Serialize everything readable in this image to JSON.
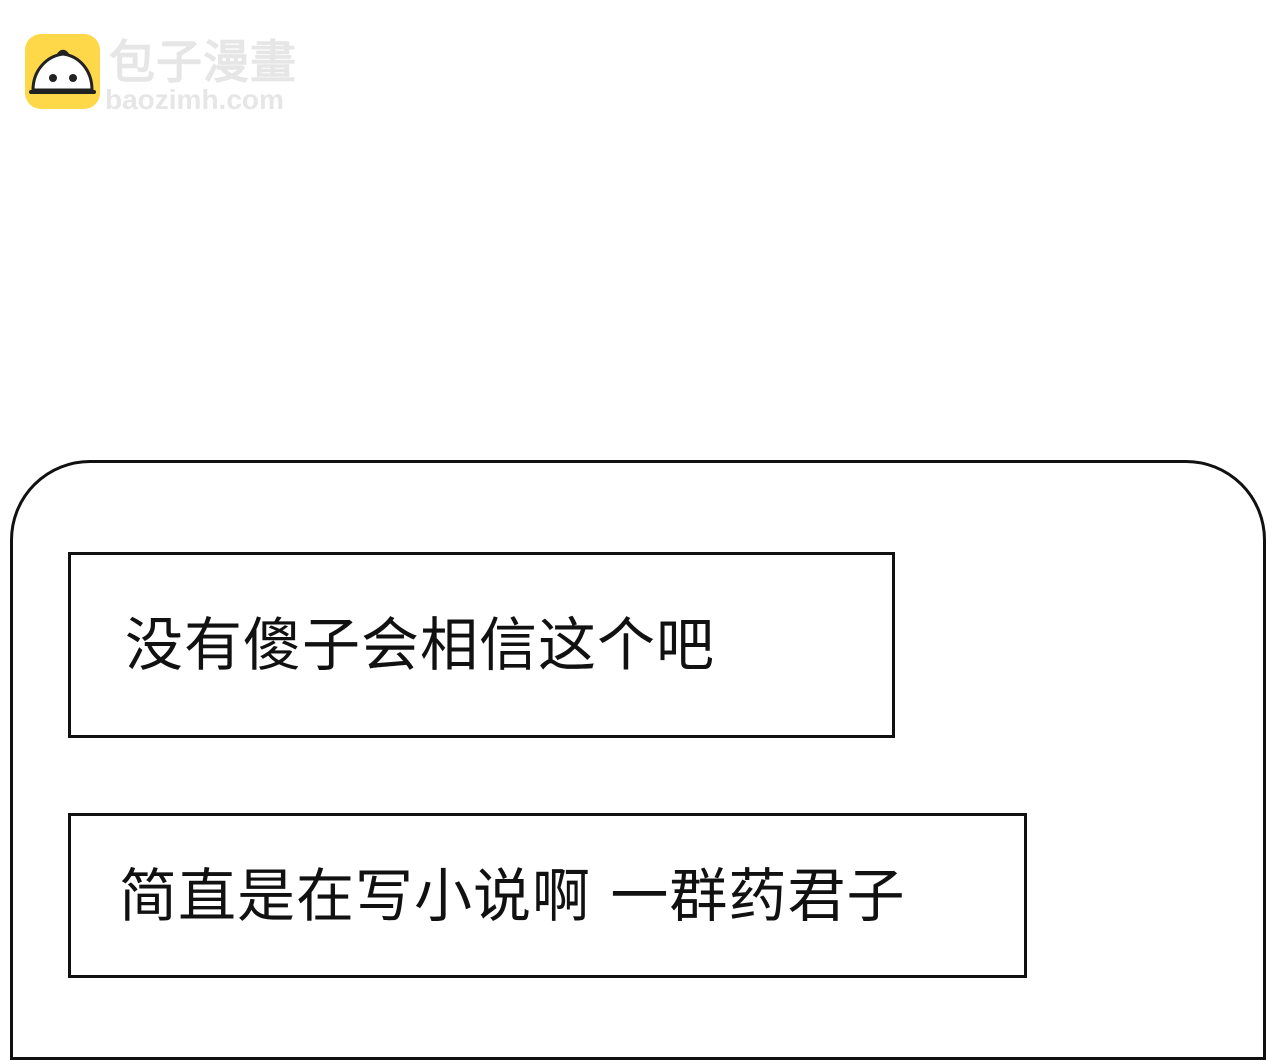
{
  "watermark": {
    "brand_cn": "包子漫畫",
    "brand_url": "baozimh.com",
    "logo_icon": "bun-mascot-icon",
    "logo_color": "#ffd84a"
  },
  "panel": {
    "captions": [
      {
        "text": "没有傻子会相信这个吧"
      },
      {
        "text": "简直是在写小说啊 一群药君子"
      }
    ]
  }
}
